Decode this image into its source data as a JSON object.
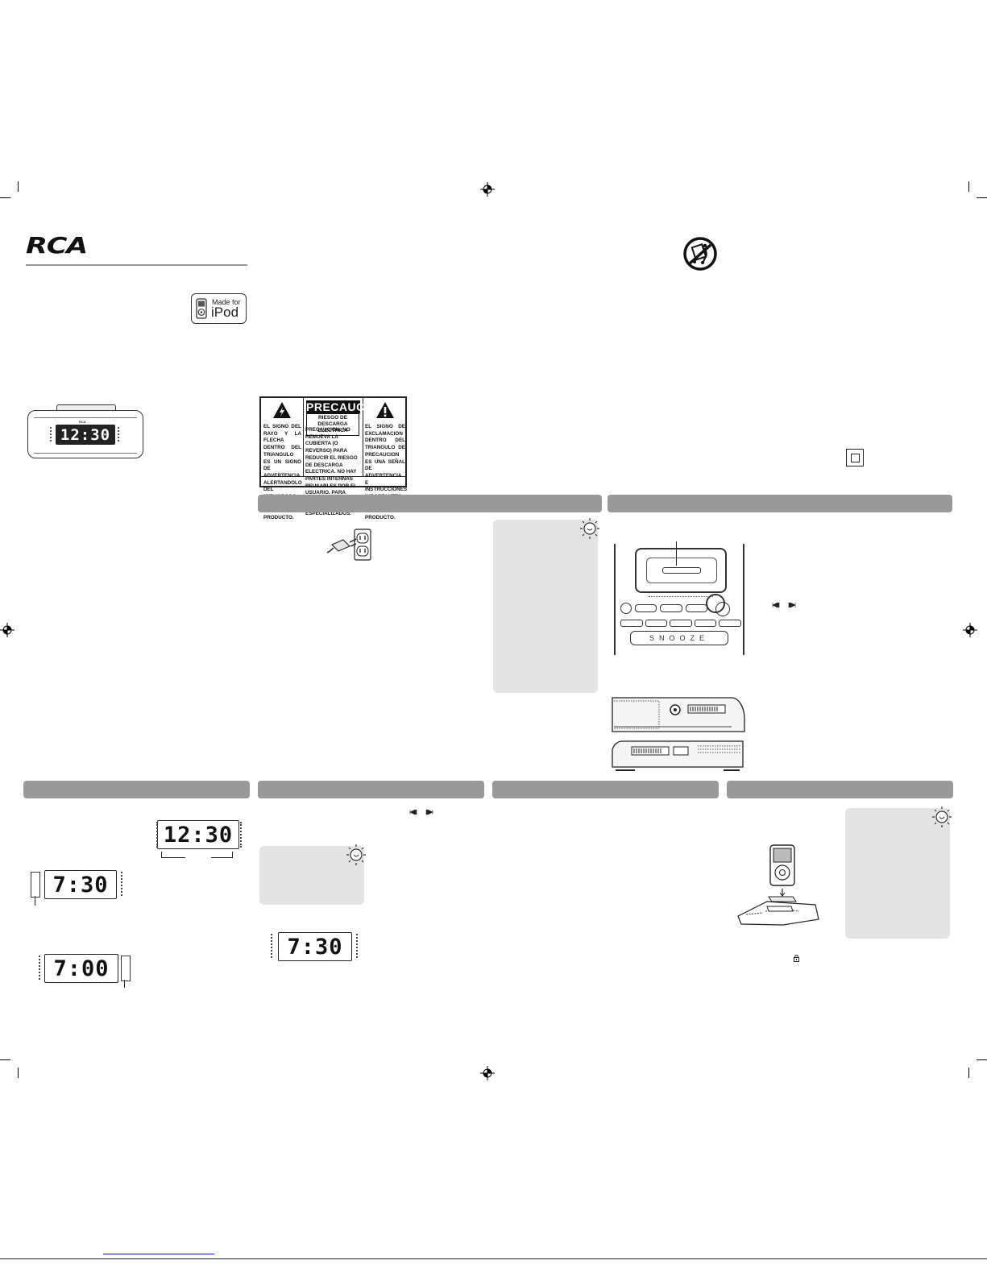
{
  "brand": {
    "logo_text": "RCA"
  },
  "badge": {
    "line1": "Made for",
    "line2": "iPod"
  },
  "device": {
    "display_time": "12:30"
  },
  "precaucion": {
    "title": "PRECAUCION",
    "subtitle": "RIESGO DE DESCARGA ELECTRICA",
    "left_text": "EL SIGNO DEL RAYO Y LA FLECHA DENTRO DEL TRIANGULO ES UN SIGNO DE ADVERTENCIA ALERTANDOLO DEL \"PELIGROSO VOLTAJE\" DENTRO DEL PRODUCTO.",
    "center_text": "PRECAUCION: NO REMUEVA LA CUBIERTA (O REVERSO) PARA REDUCIR EL RIESGO DE DESCARGA ELECTRICA. NO HAY PARTES INTERNAS REUSABLES POR EL USUARIO. PARA SERVICIO REFIERASE A TECNICOS ESPECIALIZADOS.",
    "right_text": "EL SIGNO DE EXCLAMACION DENTRO DEL TRIANGULO DE PRECAUCION ES UNA SEÑAL DE ADVERTENCIA E INSTRUCCIONES IMPORTANTES QUE VIENEN CON EL PRODUCTO."
  },
  "product_panel": {
    "snooze_label": "SNOOZE"
  },
  "displays": {
    "clock_set": "12:30",
    "alarm_one": "7:30",
    "alarm_two": "7:00",
    "alarm_three": "7:30"
  },
  "colors": {
    "section_bar": "#999999",
    "tip_box": "#e3e3e3",
    "link_underline": "#0000cc"
  }
}
